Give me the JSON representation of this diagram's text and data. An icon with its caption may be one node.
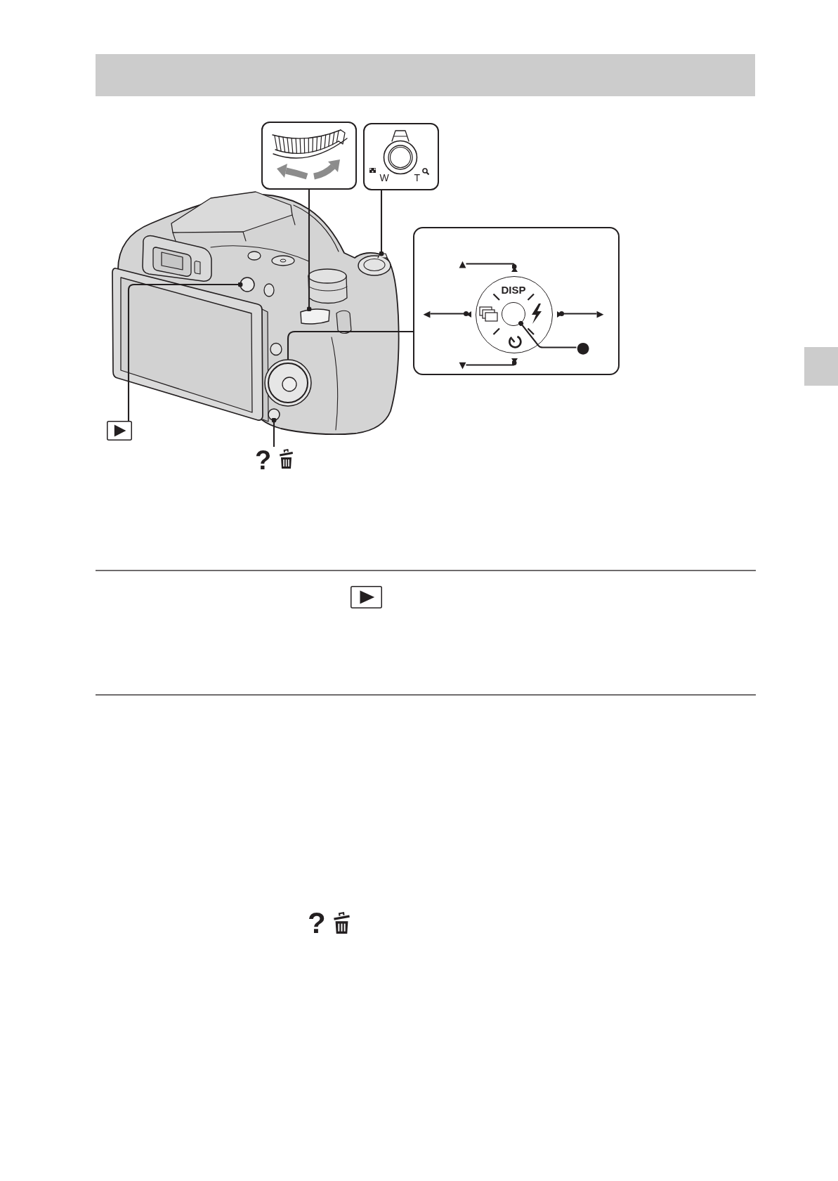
{
  "diagram": {
    "nodes": [
      {
        "text": [],
        "shape": "picture"
      },
      {
        "text": [
          "W",
          "T"
        ]
      },
      {
        "text": [],
        "shape": "picture"
      },
      {
        "text": [],
        "shape": "circle",
        "in": 2
      },
      {
        "text": [],
        "shape": "wheel",
        "in": 2
      },
      {
        "text": [],
        "shape": "circle",
        "in": 2
      },
      {
        "text": [],
        "shape": "circle",
        "in": 2
      },
      {
        "text": [],
        "shape": "circle",
        "in": 2
      },
      {
        "text": [],
        "shape": "box"
      },
      {
        "text": [
          "▲"
        ],
        "in": 8
      },
      {
        "text": [],
        "shape": "triangle",
        "in": 8
      },
      {
        "text": [
          "◀"
        ],
        "in": 8
      },
      {
        "text": [],
        "shape": "triangle",
        "in": 8
      },
      {
        "text": [
          "DISP"
        ],
        "in": 8
      },
      {
        "text": [],
        "shape": "circle",
        "in": 13
      },
      {
        "text": [],
        "shape": "triangle",
        "in": 8
      },
      {
        "text": [
          "▶"
        ],
        "in": 8
      },
      {
        "text": [
          "●"
        ],
        "in": 8
      },
      {
        "text": [],
        "shape": "triangle",
        "in": 8
      },
      {
        "text": [
          "▼"
        ],
        "in": 8
      },
      {
        "text": [],
        "shape": "picture"
      },
      {
        "text": [
          "?"
        ]
      }
    ],
    "edges": [
      {
        "from": 0,
        "to": 4,
        "arrow": "other"
      },
      {
        "from": 1,
        "to": 5,
        "arrow": "other"
      },
      {
        "from": 8,
        "to": 6,
        "arrow": "none"
      },
      {
        "from": 20,
        "to": 3,
        "arrow": "other"
      },
      {
        "from": 21,
        "to": 7,
        "arrow": "other"
      },
      {
        "from": 9,
        "to": 10,
        "arrow": "other"
      },
      {
        "from": 11,
        "to": 12,
        "arrow": "other"
      },
      {
        "from": 16,
        "to": 15,
        "arrow": "other"
      },
      {
        "from": 19,
        "to": 18,
        "arrow": "other"
      },
      {
        "from": 17,
        "to": 14,
        "arrow": "other"
      }
    ],
    "labels": [
      "?"
    ]
  }
}
